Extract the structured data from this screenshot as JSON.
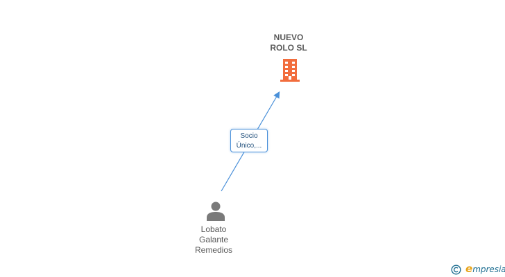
{
  "company": {
    "name_lines": [
      "NUEVO",
      "ROLO SL"
    ],
    "icon": "building-icon",
    "icon_color": "#f26d3d"
  },
  "relation": {
    "label_lines": [
      "Socio",
      "Único,..."
    ],
    "line_color": "#4a90d9"
  },
  "person": {
    "name_lines": [
      "Lobato",
      "Galante",
      "Remedios"
    ],
    "icon": "person-icon",
    "icon_color": "#7a7a7a"
  },
  "watermark": {
    "symbol": "©",
    "brand_initial": "e",
    "brand_rest": "mpresia"
  }
}
